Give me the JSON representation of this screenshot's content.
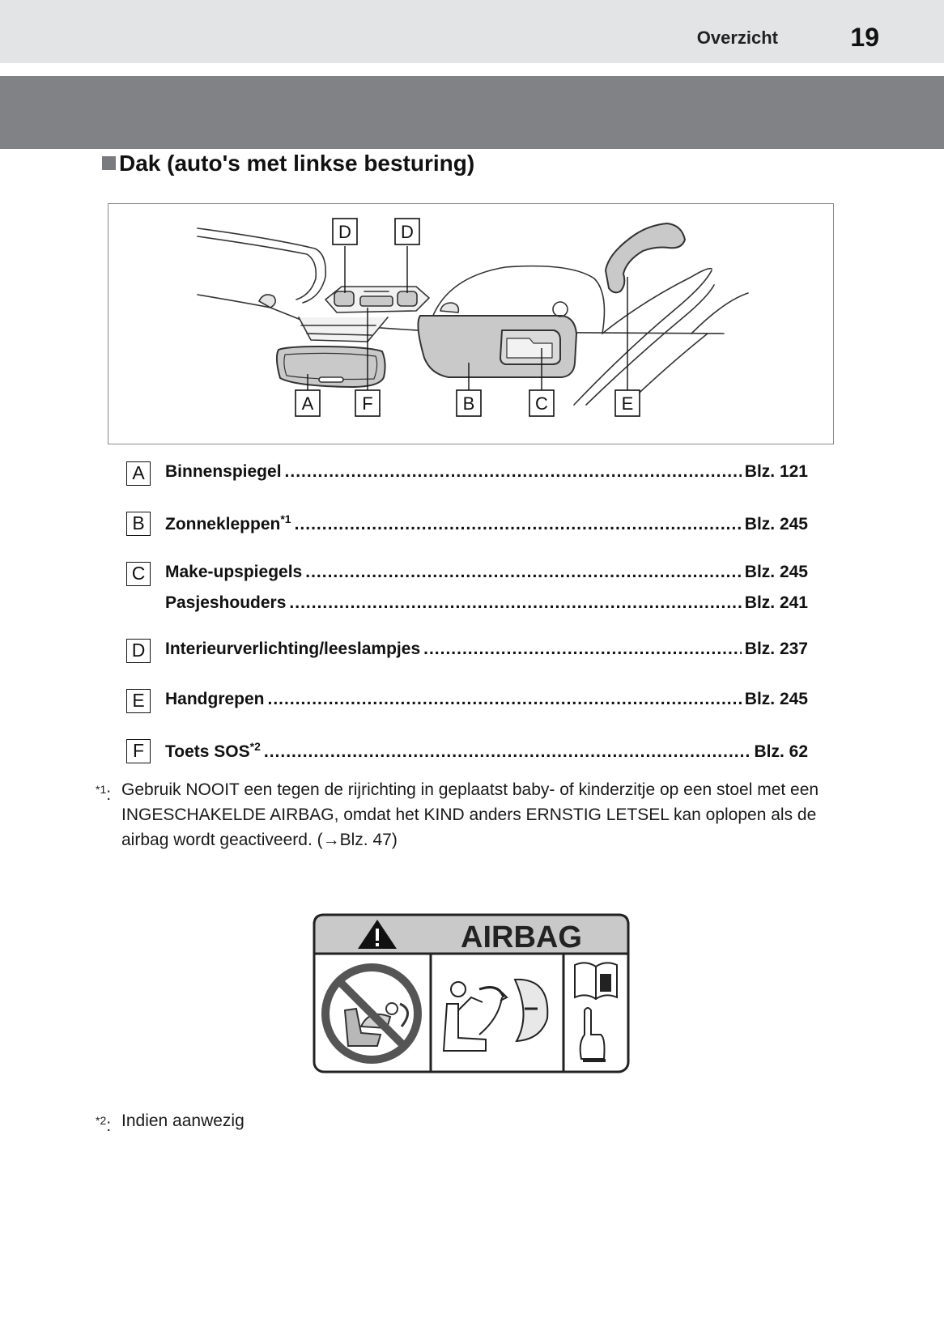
{
  "header": {
    "section": "Overzicht",
    "page_number": "19"
  },
  "heading": "Dak (auto's met linkse besturing)",
  "figure": {
    "callouts": [
      "D",
      "D",
      "A",
      "F",
      "B",
      "C",
      "E"
    ]
  },
  "items": [
    {
      "letter": "A",
      "label": "Binnenspiegel",
      "sup": "",
      "ref": "Blz. 121"
    },
    {
      "letter": "B",
      "label": "Zonnekleppen",
      "sup": "*1",
      "ref": "Blz. 245"
    },
    {
      "letter": "C",
      "label": "Make-upspiegels",
      "sup": "",
      "ref": "Blz. 245",
      "label2": "Pasjeshouders",
      "ref2": "Blz. 241"
    },
    {
      "letter": "D",
      "label": "Interieurverlichting/leeslampjes",
      "sup": "",
      "ref": "Blz. 237"
    },
    {
      "letter": "E",
      "label": "Handgrepen",
      "sup": "",
      "ref": "Blz. 245"
    },
    {
      "letter": "F",
      "label": "Toets SOS",
      "sup": "*2",
      "ref": "Blz. 62"
    }
  ],
  "footnotes": [
    {
      "mark": "*1",
      "text": "Gebruik NOOIT een tegen de rijrichting in geplaatst baby- of kinderzitje op een stoel met een INGESCHAKELDE AIRBAG, omdat het KIND anders ERNSTIG LETSEL kan oplopen als de airbag wordt geactiveerd. (→Blz. 47)"
    },
    {
      "mark": "*2",
      "text": "Indien aanwezig"
    }
  ],
  "airbag_label": {
    "title": "AIRBAG"
  },
  "colors": {
    "header_bg": "#e3e4e5",
    "band_bg": "#818285",
    "figure_part_fill": "#c9c9c9"
  }
}
